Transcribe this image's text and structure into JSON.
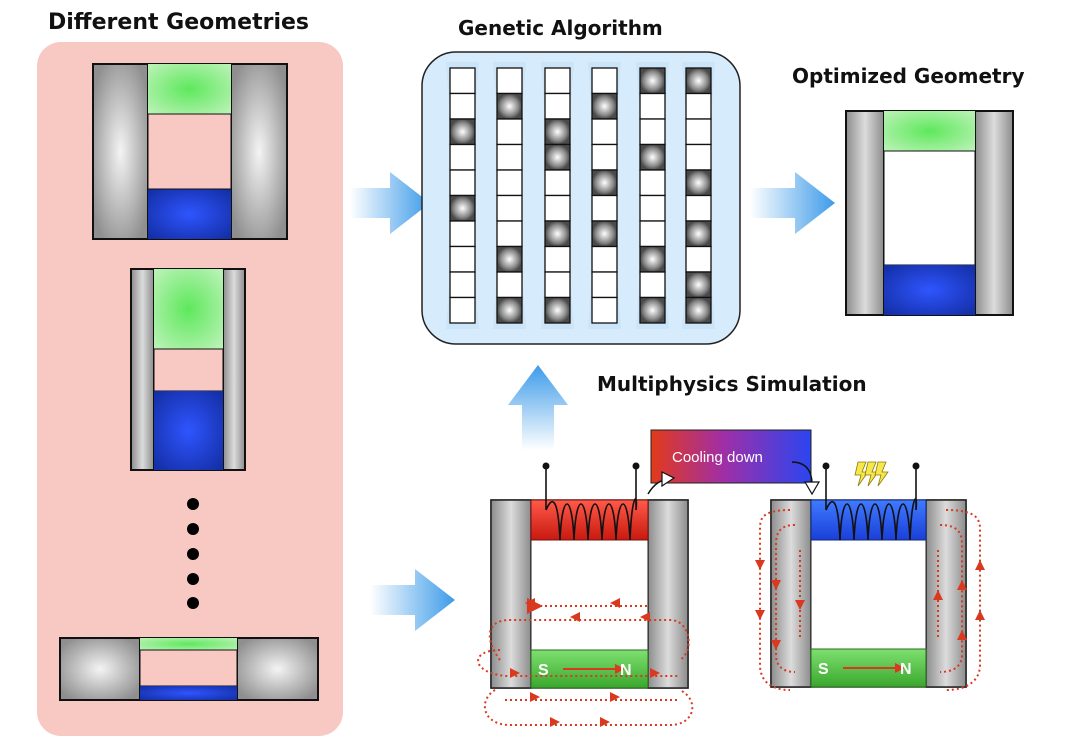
{
  "titles": {
    "different_geometries": "Different Geometries",
    "genetic_algorithm": "Genetic Algorithm",
    "optimized_geometry": "Optimized Geometry",
    "multiphysics_simulation": "Multiphysics Simulation"
  },
  "simulation": {
    "cooling_label": "Cooling down",
    "magnet_south": "S",
    "magnet_north": "N"
  },
  "genetic_algorithm": {
    "columns": [
      [
        0,
        0,
        1,
        0,
        0,
        1,
        0,
        0,
        0,
        0
      ],
      [
        0,
        1,
        0,
        0,
        0,
        0,
        0,
        1,
        0,
        1
      ],
      [
        0,
        0,
        1,
        1,
        0,
        0,
        1,
        0,
        0,
        1
      ],
      [
        0,
        1,
        0,
        0,
        1,
        0,
        1,
        0,
        0,
        0
      ],
      [
        1,
        0,
        0,
        1,
        0,
        0,
        0,
        1,
        0,
        1
      ],
      [
        1,
        0,
        0,
        0,
        1,
        0,
        1,
        0,
        1,
        1
      ]
    ]
  },
  "colors": {
    "panel_pink": "#f8c8c3",
    "ga_panel": "#d6ebfb",
    "green_pole": "#6fe070",
    "blue_pole": "#1a3fc4",
    "arrow_blue": "#3d9be9",
    "flux_red": "#d93a1f"
  }
}
